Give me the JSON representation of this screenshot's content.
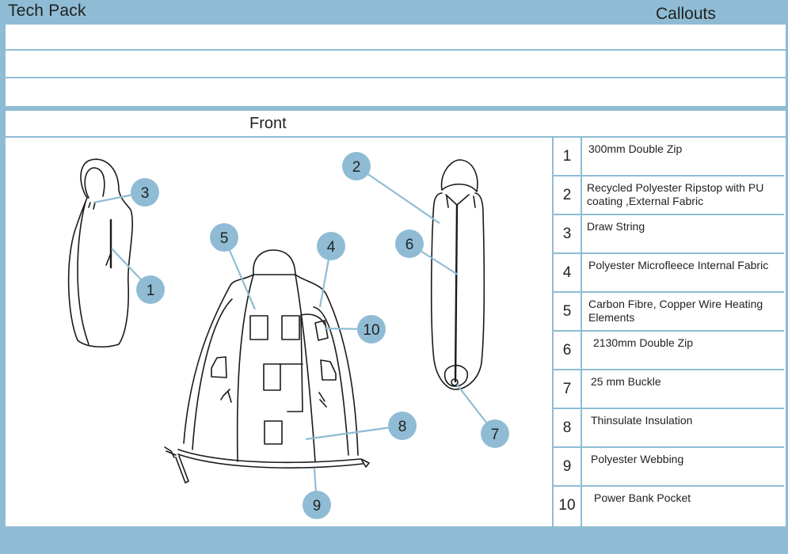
{
  "header": {
    "title": "Tech Pack",
    "section_title": "Callouts"
  },
  "view": {
    "label": "Front"
  },
  "colors": {
    "accent": "#8fbcd4",
    "line": "#222222",
    "paper": "#ffffff"
  },
  "callouts": [
    {
      "number": "1",
      "description": "300mm Double Zip"
    },
    {
      "number": "2",
      "description": "Recycled Polyester Ripstop with PU coating ,External Fabric"
    },
    {
      "number": "3",
      "description": "Draw String"
    },
    {
      "number": "4",
      "description": "Polyester Microfleece Internal Fabric"
    },
    {
      "number": "5",
      "description": "Carbon Fibre, Copper Wire Heating Elements"
    },
    {
      "number": "6",
      "description": "2130mm Double Zip"
    },
    {
      "number": "7",
      "description": "25 mm Buckle"
    },
    {
      "number": "8",
      "description": "Thinsulate Insulation"
    },
    {
      "number": "9",
      "description": "Polyester Webbing"
    },
    {
      "number": "10",
      "description": "Power Bank Pocket"
    }
  ],
  "bubbles": [
    "1",
    "2",
    "3",
    "4",
    "5",
    "6",
    "7",
    "8",
    "9",
    "10"
  ]
}
